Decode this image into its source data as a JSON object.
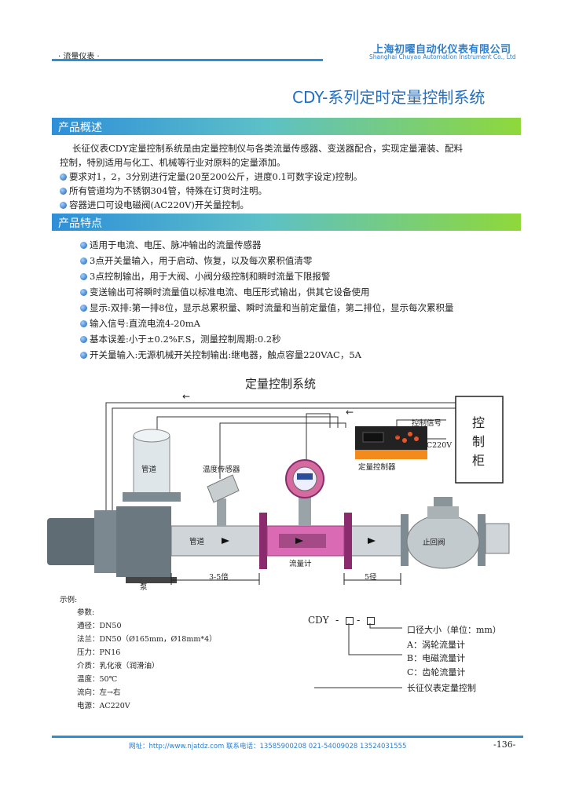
{
  "header": {
    "category": "· 流量仪表 ·",
    "company_cn": "上海初曜自动化仪表有限公司",
    "company_en": "Shanghai Chuyao Automation Instrument Co., Ltd",
    "accent": "#2b7fd0"
  },
  "title": "CDY-系列定时定量控制系统",
  "overview": {
    "heading": "产品概述",
    "paragraph_line1": "长征仪表CDY定量控制系统是由定量控制仪与各类流量传感器、变送器配合，实现定量灌装、配料",
    "paragraph_line2": "控制，特别适用与化工、机械等行业对原料的定量添加。",
    "bullets": [
      "要求对1，2，3分别进行定量(20至200公斤，进度0.1可数字设定)控制。",
      "所有管道均为不锈钢304管，特殊在订货时注明。",
      "容器进口可设电磁阀(AC220V)开关量控制。"
    ]
  },
  "features": {
    "heading": "产品特点",
    "bullets": [
      "适用于电流、电压、脉冲输出的流量传感器",
      "3点开关量输入，用于启动、恢复，以及每次累积值清零",
      "3点控制输出，用于大阀、小阀分级控制和瞬时流量下限报警",
      "变送输出可将瞬时流量值以标准电流、电压形式输出，供其它设备使用",
      "显示:双排:第一排8位，显示总累积量、瞬时流量和当前定量值，第二排位，显示每次累积量",
      "输入信号:直流电流4-20mA",
      "基本误差:小于±0.2%F.S，测量控制周期:0.2秒",
      "开关量输入:无源机械开关控制输出:继电器，触点容量220VAC，5A"
    ]
  },
  "diagram": {
    "title": "定量控制系统",
    "arrow_left": "←",
    "tank_label": "管道",
    "sensor_label": "温度传感器",
    "pipe_label": "管道",
    "flowmeter_label": "流量计",
    "valve_label": "止回阀",
    "pump_label": "泵",
    "controller_label": "定量控制器",
    "control_signal_label": "控制信号",
    "power_label": "AC220V",
    "cabinet_chars": [
      "控",
      "制",
      "柜"
    ],
    "dim_left": "3-5倍",
    "dim_right": "5径"
  },
  "example": {
    "heading": "示例:",
    "params": [
      "参数:",
      "通径：DN50",
      "法兰：DN50（Ø165mm，Ø18mm*4）",
      "压力：PN16",
      "介质：乳化液（润滑油）",
      "温度：50℃",
      "流向：左→右",
      "电源：AC220V"
    ]
  },
  "model_code": {
    "code": "CDY",
    "sep1": "-",
    "sep2": "-",
    "items": [
      "口径大小（单位：mm）",
      "A：涡轮流量计",
      "B：电磁流量计",
      "C：齿轮流量计",
      "长征仪表定量控制"
    ]
  },
  "footer": {
    "contact": "网址：http://www.njatdz.com  联系电话：13585900208 021-54009028 13524031555",
    "page": "-136-"
  }
}
